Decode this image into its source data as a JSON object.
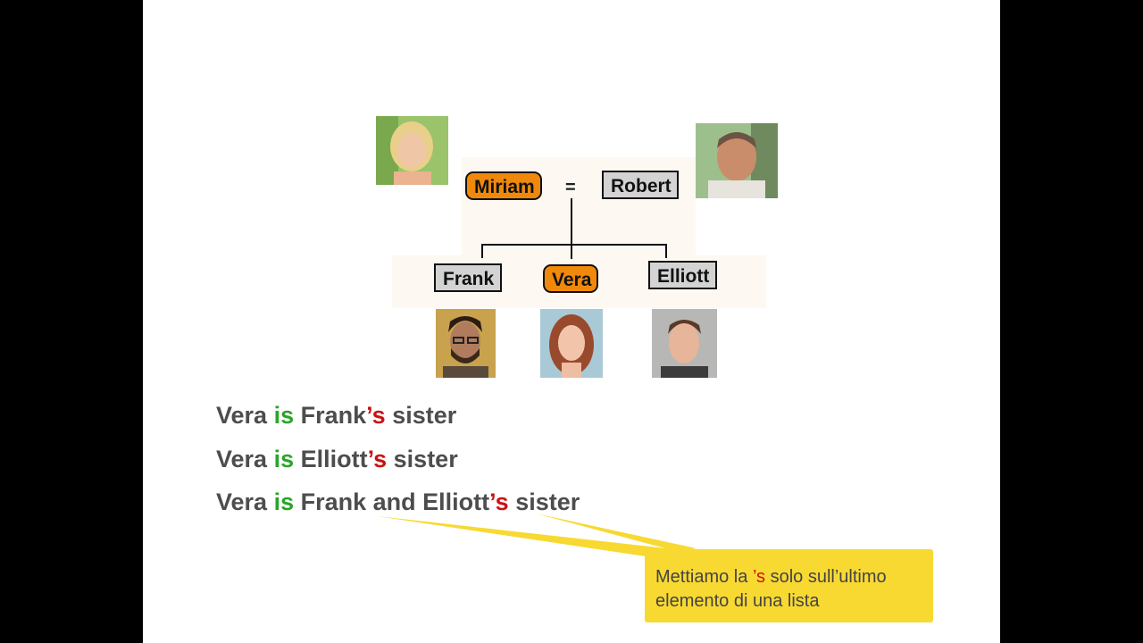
{
  "family_tree": {
    "parents": [
      {
        "name": "Miriam",
        "gender": "female"
      },
      {
        "name": "Robert",
        "gender": "male"
      }
    ],
    "marriage_symbol": "=",
    "children": [
      {
        "name": "Frank",
        "gender": "male"
      },
      {
        "name": "Vera",
        "gender": "female"
      },
      {
        "name": "Elliott",
        "gender": "male"
      }
    ]
  },
  "sentences": [
    {
      "subject": "Vera",
      "verb": "is",
      "owner": "Frank",
      "possessive": "’s",
      "noun": "sister"
    },
    {
      "subject": "Vera",
      "verb": "is",
      "owner": "Elliott",
      "possessive": "’s",
      "noun": "sister"
    },
    {
      "subject": "Vera",
      "verb": "is",
      "owner": "Frank and Elliott",
      "possessive": "’s",
      "noun": "sister"
    }
  ],
  "callout": {
    "text_before": "Mettiamo la ",
    "highlight": "’s",
    "text_after_line1": " solo sull’ultimo",
    "line2": "elemento di una lista"
  },
  "colors": {
    "female_box": "#f0890b",
    "male_box": "#d3d3d3",
    "verb": "#2aa52a",
    "possessive": "#cc1111",
    "callout_bg": "#f8d932"
  }
}
